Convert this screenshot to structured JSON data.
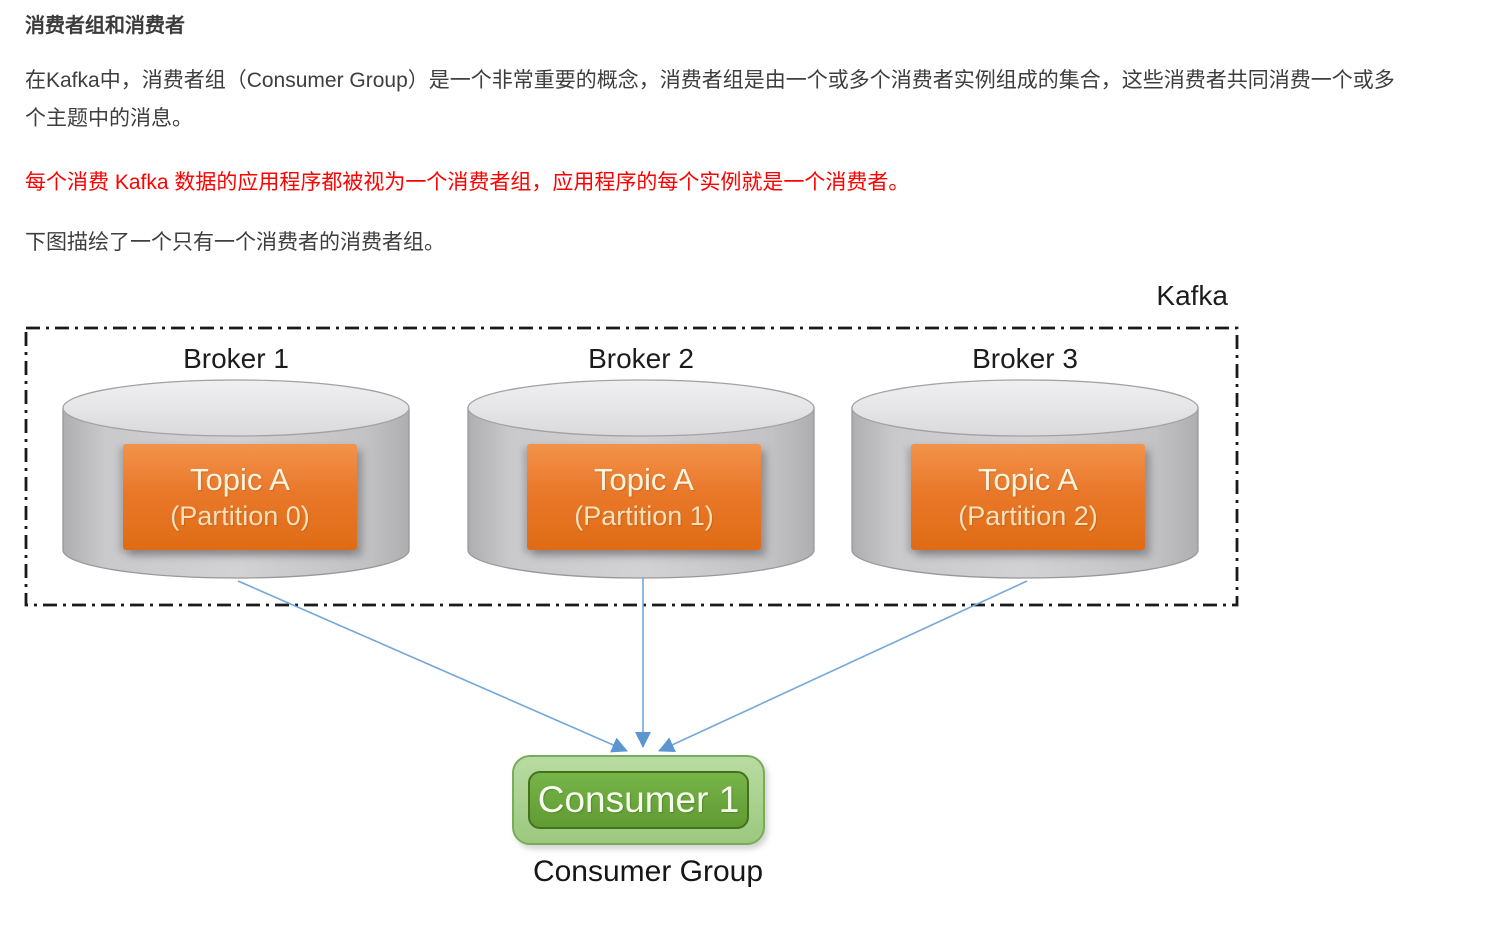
{
  "content": {
    "heading": "消费者组和消费者",
    "paragraphs": [
      "在Kafka中，消费者组（Consumer Group）是一个非常重要的概念，消费者组是由一个或多个消费者实例组成的集合，这些消费者共同消费一个或多个主题中的消息。",
      "每个消费 Kafka 数据的应用程序都被视为一个消费者组，应用程序的每个实例就是一个消费者。",
      "下图描绘了一个只有一个消费者的消费者组。"
    ]
  },
  "diagram": {
    "cluster_label": "Kafka",
    "brokers": [
      {
        "label": "Broker 1",
        "topic": "Topic A",
        "partition": "(Partition 0)"
      },
      {
        "label": "Broker 2",
        "topic": "Topic A",
        "partition": "(Partition 1)"
      },
      {
        "label": "Broker 3",
        "topic": "Topic A",
        "partition": "(Partition 2)"
      }
    ],
    "consumer_label": "Consumer 1",
    "group_label": "Consumer Group",
    "colors": {
      "topic_box": "#e9782a",
      "consumer_outer": "#a9d18e",
      "consumer_inner": "#69a63c",
      "arrow": "#74a7d8",
      "highlight_text": "#fe0000",
      "cylinder_body": "#c6c6c8",
      "cylinder_top": "#e4e4e6",
      "boundary": "#1a1a1a"
    }
  }
}
